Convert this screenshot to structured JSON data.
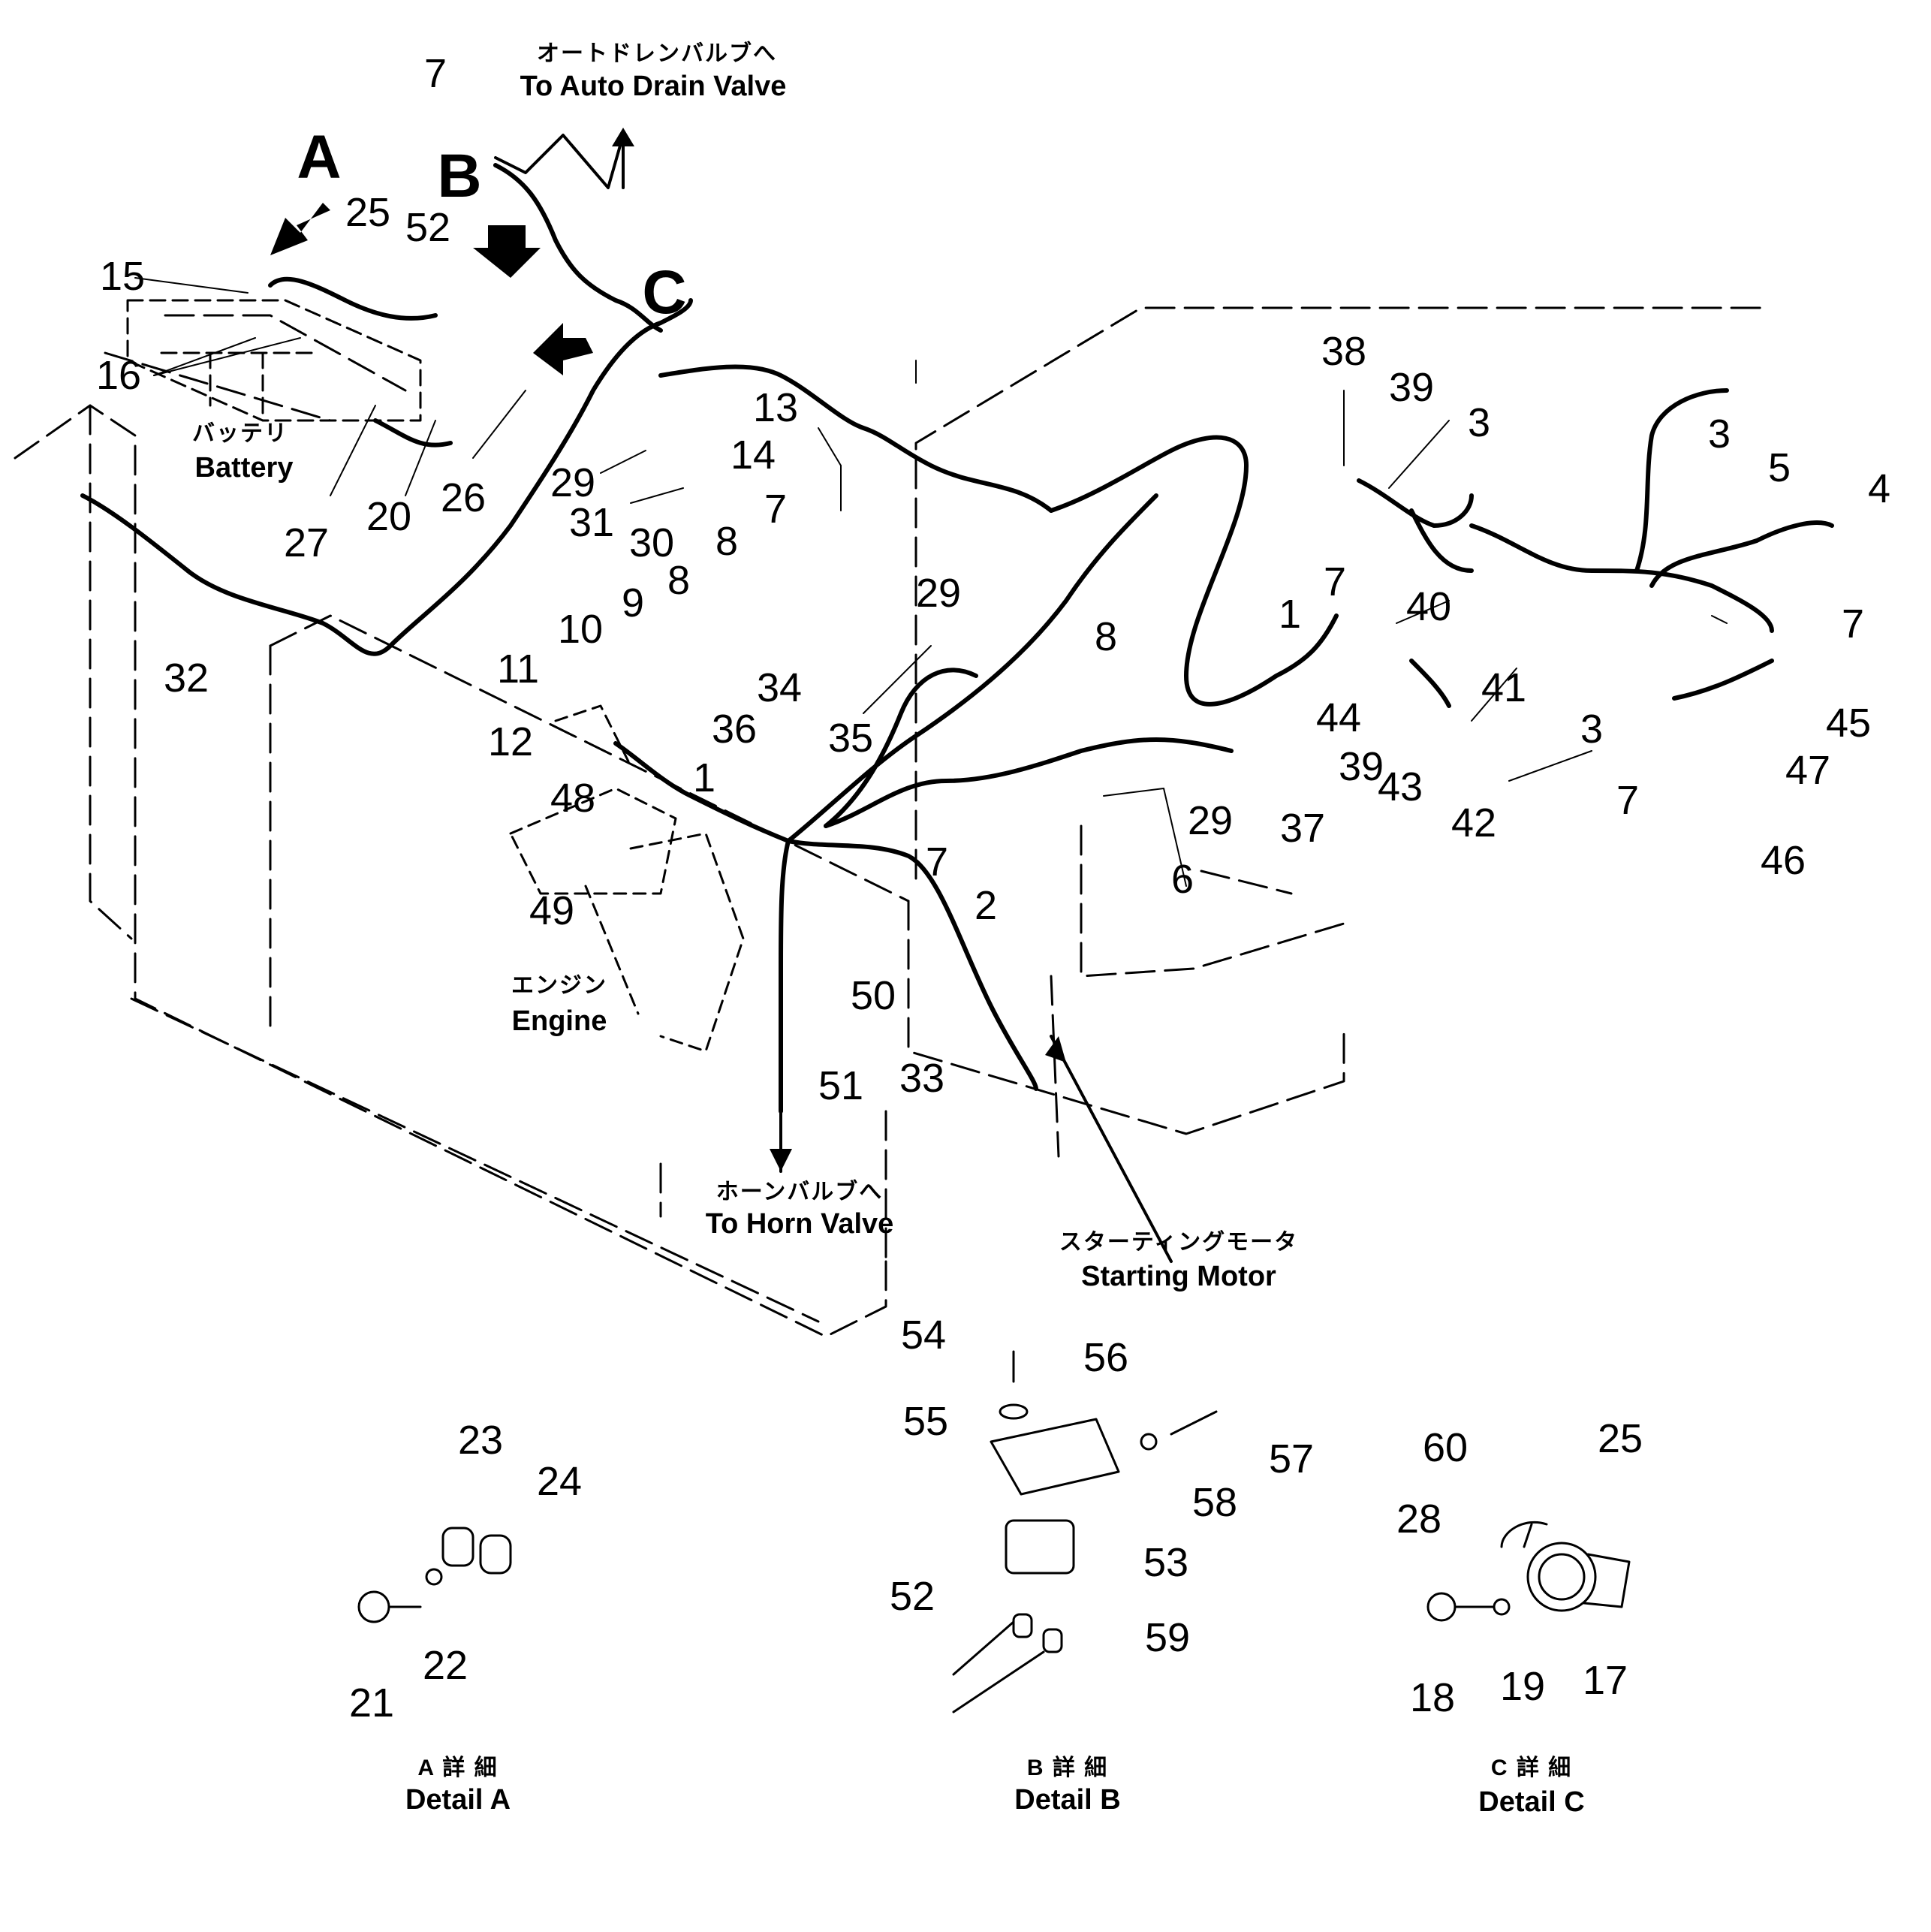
{
  "view_letters": {
    "a": "A",
    "b": "B",
    "c": "C"
  },
  "callouts": {
    "auto_drain_jp": "オートドレンバルブへ",
    "auto_drain_en": "To Auto Drain Valve",
    "battery_jp": "バッテリ",
    "battery_en": "Battery",
    "engine_jp": "エンジン",
    "engine_en": "Engine",
    "horn_jp": "ホーンバルブへ",
    "horn_en": "To Horn Valve",
    "starting_jp": "スターティングモータ",
    "starting_en": "Starting Motor"
  },
  "details": {
    "a_jp": "A 詳 細",
    "a_en": "Detail A",
    "b_jp": "B 詳 細",
    "b_en": "Detail B",
    "c_jp": "C 詳 細",
    "c_en": "Detail C"
  },
  "part_numbers": [
    "7",
    "25",
    "52",
    "15",
    "16",
    "27",
    "20",
    "26",
    "32",
    "13",
    "14",
    "7",
    "8",
    "29",
    "31",
    "30",
    "8",
    "9",
    "10",
    "11",
    "12",
    "48",
    "49",
    "29",
    "34",
    "36",
    "35",
    "1",
    "7",
    "50",
    "51",
    "33",
    "2",
    "8",
    "29",
    "6",
    "38",
    "39",
    "3",
    "7",
    "1",
    "40",
    "44",
    "39",
    "41",
    "43",
    "42",
    "37",
    "3",
    "5",
    "4",
    "7",
    "3",
    "45",
    "7",
    "47",
    "46",
    "23",
    "24",
    "22",
    "21",
    "54",
    "56",
    "55",
    "57",
    "58",
    "53",
    "52",
    "59",
    "60",
    "25",
    "28",
    "18",
    "19",
    "17"
  ],
  "colors": {
    "ink": "#000000",
    "paper": "#ffffff"
  }
}
